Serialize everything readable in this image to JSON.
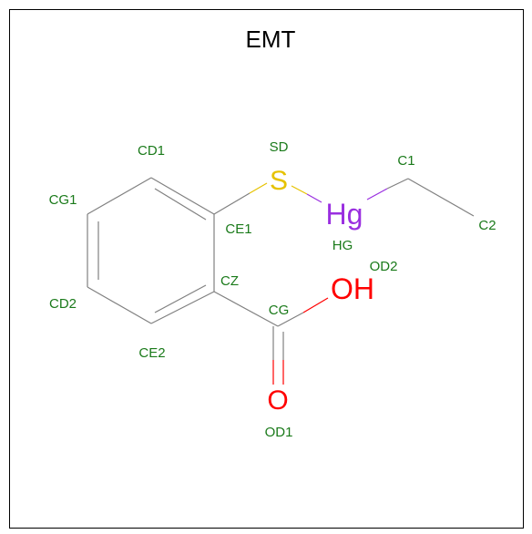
{
  "molecule": {
    "title": "EMT",
    "colors": {
      "bond": "#808080",
      "sulfur": "#e6c200",
      "mercury": "#9a2fe0",
      "oxygen": "#ff0000",
      "atom_name": "#1a7a1a",
      "title": "#000000"
    },
    "element_symbols": {
      "sulfur": "S",
      "mercury": "Hg",
      "hydroxyl": "OH",
      "carbonyl_oxygen": "O"
    },
    "atom_names": {
      "cd1": "CD1",
      "cg1": "CG1",
      "ce1": "CE1",
      "cd2": "CD2",
      "cz": "CZ",
      "ce2": "CE2",
      "sd": "SD",
      "c1": "C1",
      "c2": "C2",
      "hg": "HG",
      "od2": "OD2",
      "cg": "CG",
      "od1": "OD1"
    }
  }
}
